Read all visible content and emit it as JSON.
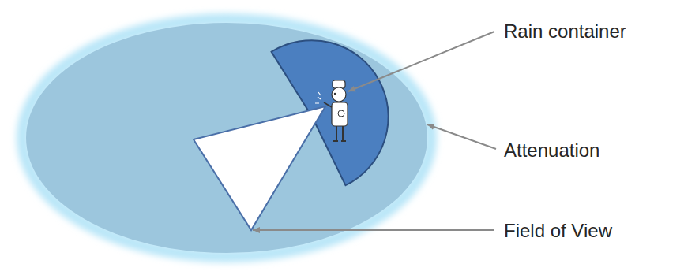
{
  "diagram": {
    "labels": [
      "Rain container",
      "Attenuation",
      "Field of View"
    ]
  }
}
